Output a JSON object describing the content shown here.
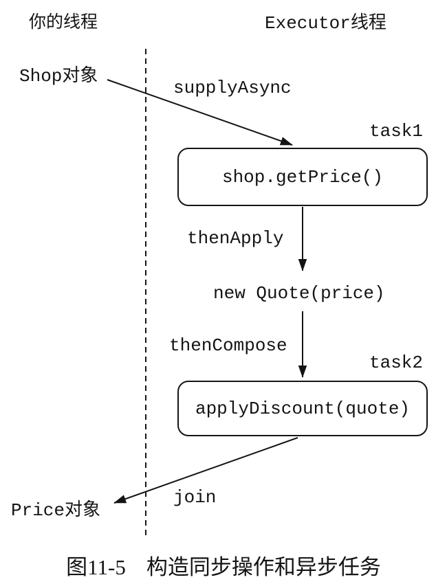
{
  "colors": {
    "ink": "#141414",
    "background": "#ffffff"
  },
  "threads": {
    "left_lane_label": "你的线程",
    "right_lane_label": "Executor线程"
  },
  "nodes": {
    "shop_object": "Shop对象",
    "task1_tag": "task1",
    "task1_code": "shop.getPrice()",
    "quote_result": "new Quote(price)",
    "task2_tag": "task2",
    "task2_code": "applyDiscount(quote)",
    "price_object": "Price对象"
  },
  "edges": {
    "supply_async": "supplyAsync",
    "then_apply": "thenApply",
    "then_compose": "thenCompose",
    "join": "join"
  },
  "caption": {
    "figure_no": "图11-5",
    "title": "构造同步操作和异步任务"
  }
}
